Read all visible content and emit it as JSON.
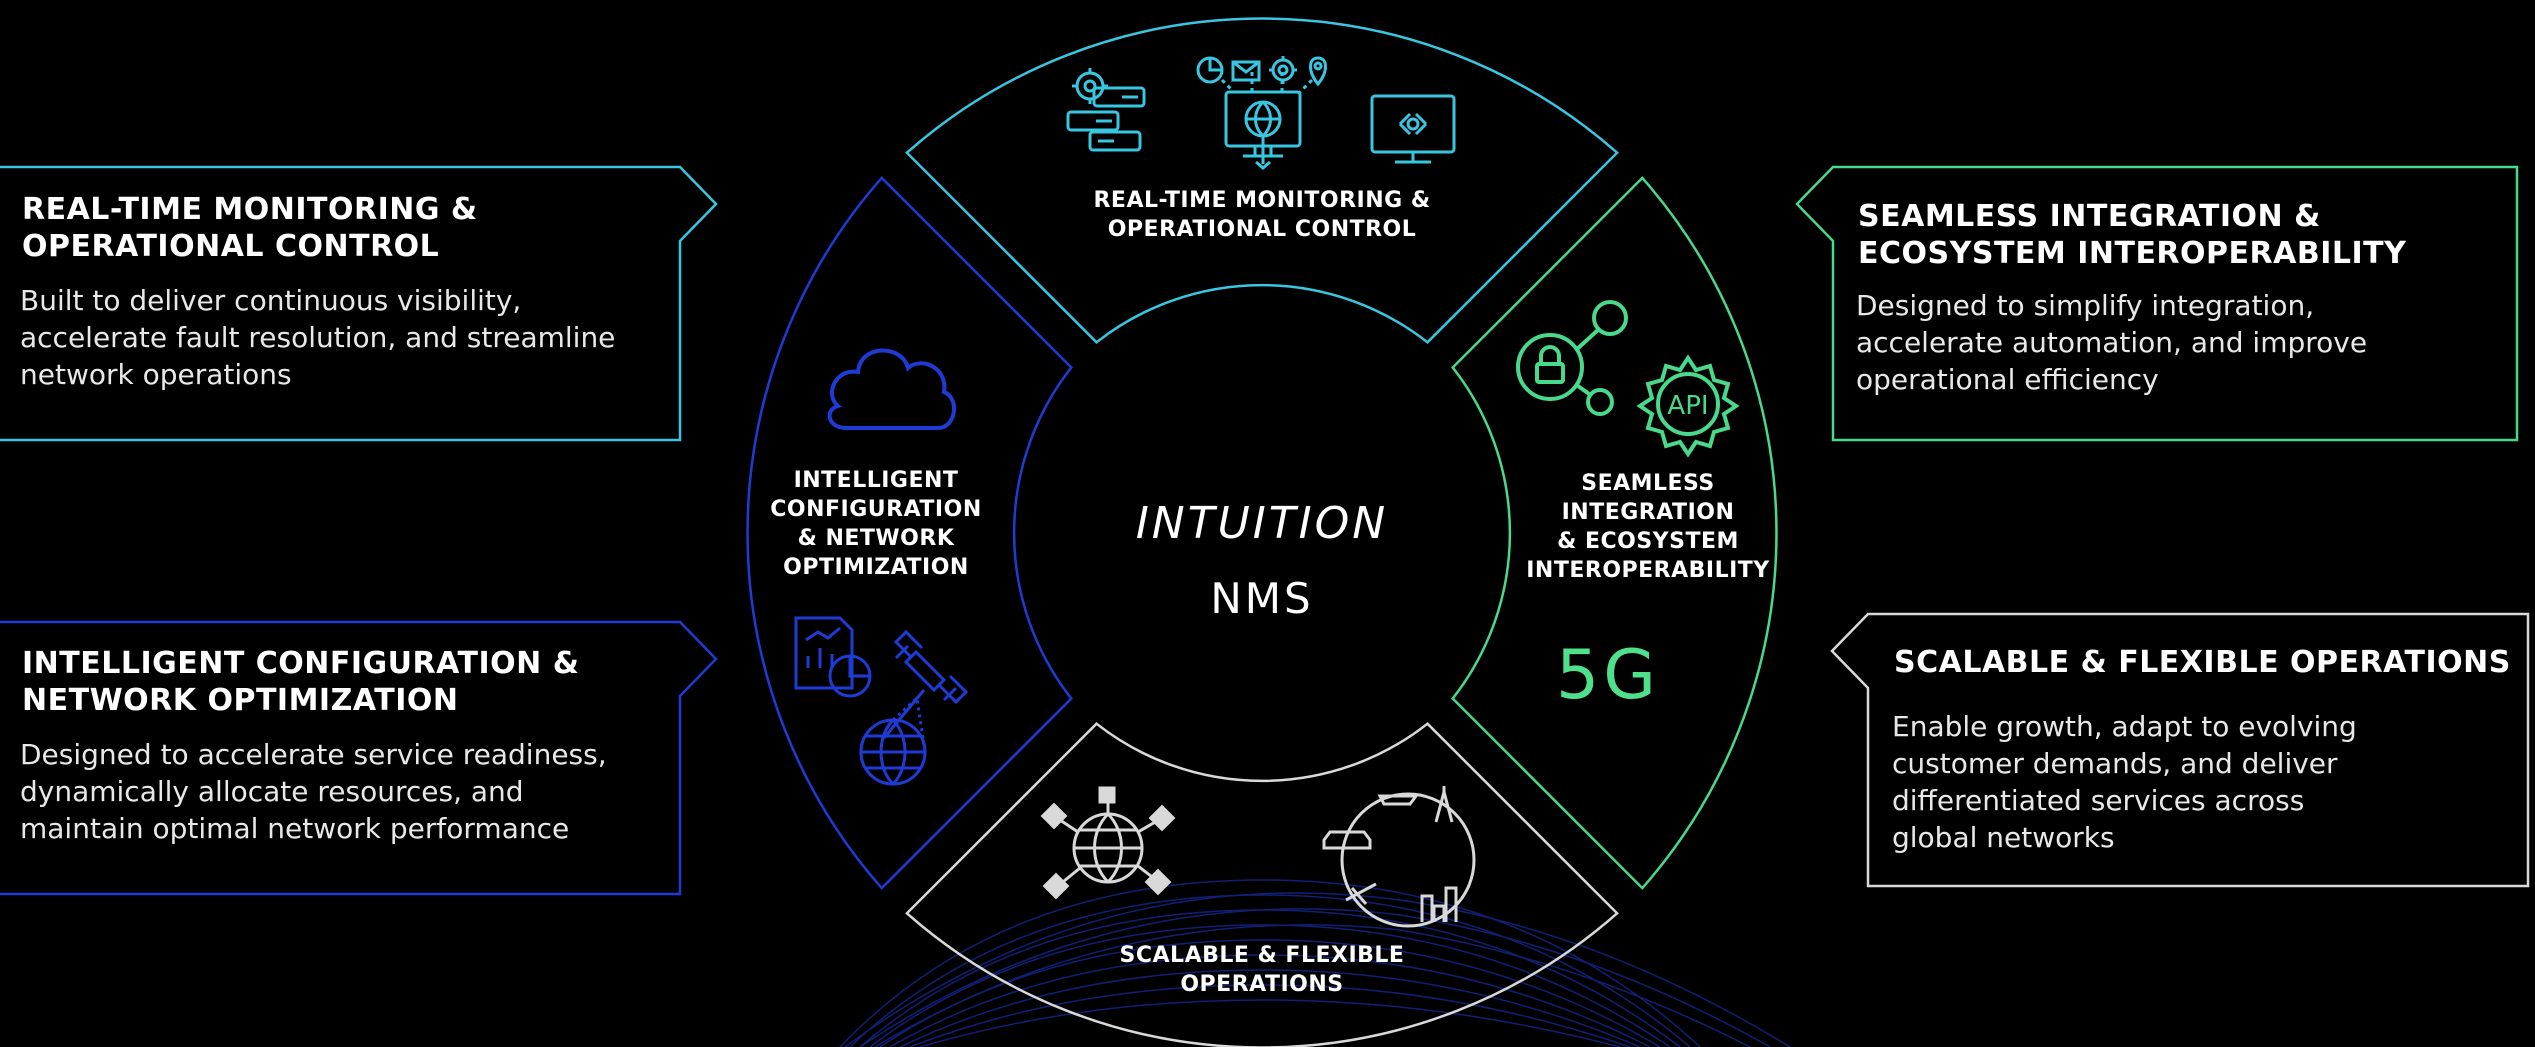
{
  "colors": {
    "background": "#000000",
    "monitoring": "#39c6e0",
    "configuration": "#1f3bd6",
    "integration": "#48d98a",
    "scalable": "#d9d9d9"
  },
  "center": {
    "title": "INTUITION",
    "subtitle": "NMS"
  },
  "segments": {
    "monitoring": {
      "label": "REAL-TIME MONITORING &\nOPERATIONAL CONTROL",
      "icons": [
        "server-gear-icon",
        "monitor-globe-icon",
        "pie-chart-icon",
        "mail-icon",
        "gear-icon",
        "location-pin-icon",
        "code-monitor-icon"
      ]
    },
    "configuration": {
      "label": "INTELLIGENT\nCONFIGURATION\n& NETWORK\nOPTIMIZATION",
      "icons": [
        "cloud-icon",
        "report-chart-icon",
        "satellite-icon",
        "globe-icon"
      ]
    },
    "integration": {
      "label": "SEAMLESS\nINTEGRATION\n& ECOSYSTEM\nINTEROPERABILITY",
      "icons": [
        "lock-network-icon",
        "api-gear-icon"
      ],
      "badge": "5G",
      "api_text": "API"
    },
    "scalable": {
      "label": "SCALABLE & FLEXIBLE\nOPERATIONS",
      "icons": [
        "network-globe-icon",
        "global-transport-icon"
      ]
    }
  },
  "boxes": {
    "monitoring": {
      "title": "REAL-TIME MONITORING &\nOPERATIONAL CONTROL",
      "body": "Built to deliver continuous visibility,\naccelerate fault resolution, and streamline\nnetwork operations"
    },
    "configuration": {
      "title": "INTELLIGENT CONFIGURATION &\nNETWORK OPTIMIZATION",
      "body": "Designed to accelerate service readiness,\ndynamically allocate resources, and\nmaintain optimal network performance"
    },
    "integration": {
      "title": "SEAMLESS INTEGRATION &\nECOSYSTEM INTEROPERABILITY",
      "body": "Designed to simplify integration,\naccelerate automation, and improve\noperational efficiency"
    },
    "scalable": {
      "title": "SCALABLE & FLEXIBLE OPERATIONS",
      "body": "Enable growth, adapt to evolving\ncustomer demands, and deliver\ndifferentiated services across\nglobal networks"
    }
  }
}
